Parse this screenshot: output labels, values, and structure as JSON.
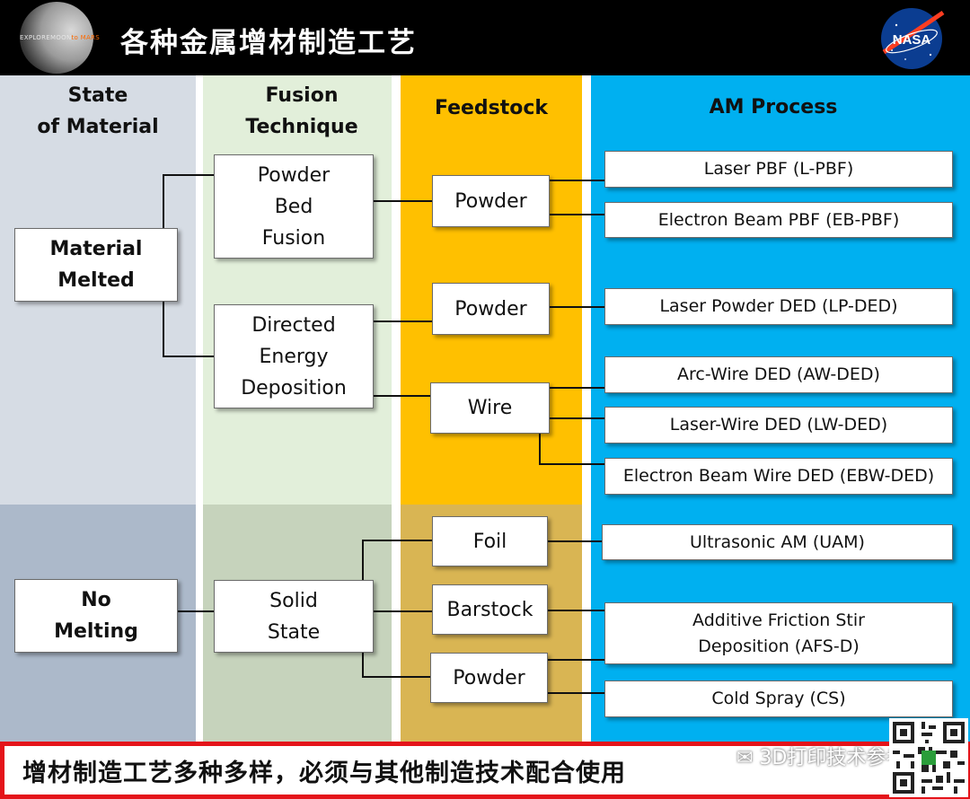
{
  "header": {
    "logo_text": "EXPLOREMOON",
    "logo_text_accent": "to MARS",
    "title": "各种金属增材制造工艺",
    "nasa_logo": "NASA"
  },
  "columns": {
    "state": "State\nof Material",
    "fusion": "Fusion\nTechnique",
    "feedstock": "Feedstock",
    "process": "AM Process"
  },
  "state": {
    "melted": "Material\nMelted",
    "no_melting": "No\nMelting"
  },
  "fusion": {
    "pbf": "Powder\nBed\nFusion",
    "ded": "Directed\nEnergy\nDeposition",
    "solid": "Solid\nState"
  },
  "feedstock": {
    "pbf_powder": "Powder",
    "ded_powder": "Powder",
    "wire": "Wire",
    "foil": "Foil",
    "barstock": "Barstock",
    "solid_powder": "Powder"
  },
  "process": {
    "lpbf": "Laser PBF (L-PBF)",
    "ebpbf": "Electron Beam PBF (EB-PBF)",
    "lpded": "Laser Powder DED (LP-DED)",
    "awded": "Arc-Wire DED (AW-DED)",
    "lwded": "Laser-Wire DED (LW-DED)",
    "ebwded": "Electron Beam Wire DED (EBW-DED)",
    "uam": "Ultrasonic AM (UAM)",
    "afsd": "Additive Friction Stir\nDeposition (AFS-D)",
    "cs": "Cold Spray (CS)"
  },
  "footer": {
    "text": "增材制造工艺多种多样，必须与其他制造技术配合使用",
    "watermark": "3D打印技术参考"
  },
  "colors": {
    "state_top": "#d6dce4",
    "state_bottom": "#acb9ca",
    "fusion_top": "#e2efda",
    "fusion_bottom": "#c6d3bc",
    "feed_top": "#ffc000",
    "feed_bottom": "#d9b553",
    "process": "#00b0f0",
    "border_red": "#e4141a"
  }
}
